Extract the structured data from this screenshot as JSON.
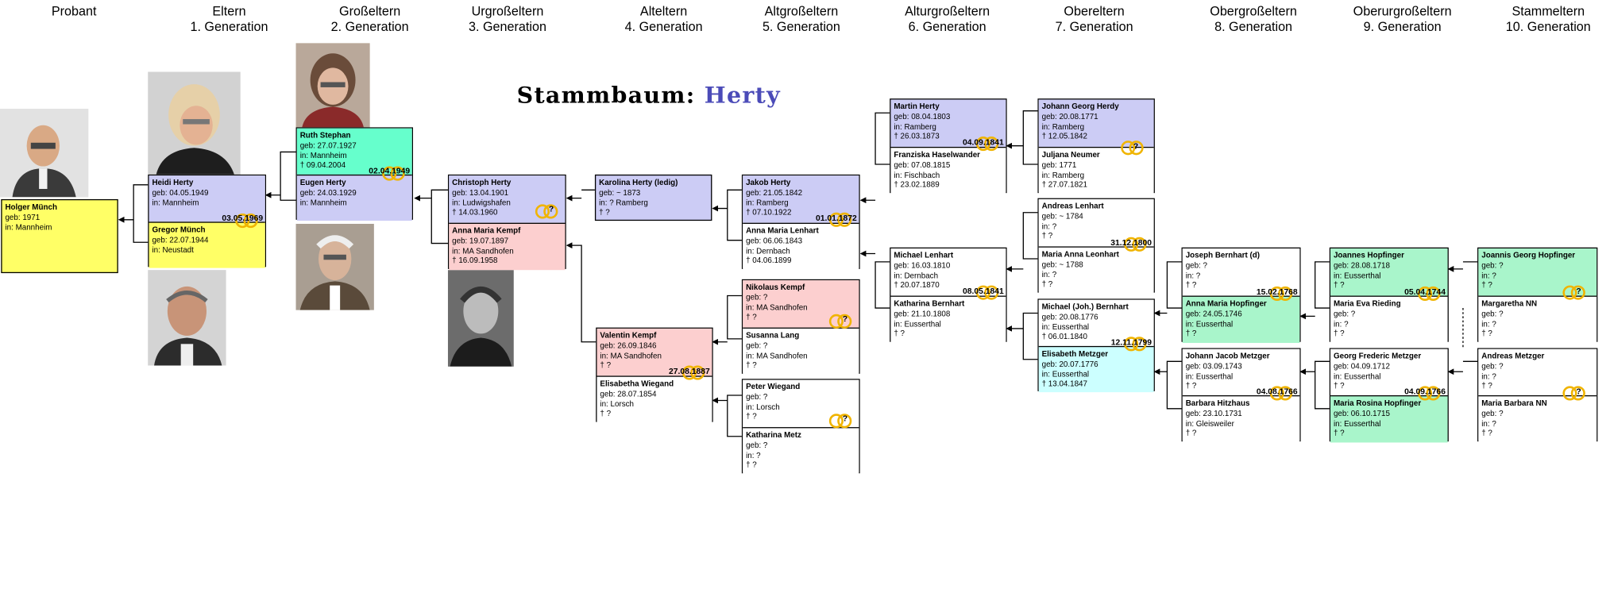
{
  "title": {
    "prefix": "Stammbaum:",
    "name": "Herty"
  },
  "headers": [
    {
      "l1": "Probant",
      "l2": ""
    },
    {
      "l1": "Eltern",
      "l2": "1. Generation"
    },
    {
      "l1": "Großeltern",
      "l2": "2. Generation"
    },
    {
      "l1": "Urgroßeltern",
      "l2": "3. Generation"
    },
    {
      "l1": "Alteltern",
      "l2": "4. Generation"
    },
    {
      "l1": "Altgroßeltern",
      "l2": "5. Generation"
    },
    {
      "l1": "Alturgroßeltern",
      "l2": "6. Generation"
    },
    {
      "l1": "Obereltern",
      "l2": "7. Generation"
    },
    {
      "l1": "Obergroßeltern",
      "l2": "8. Generation"
    },
    {
      "l1": "Oberurgroßeltern",
      "l2": "9. Generation"
    },
    {
      "l1": "Stammeltern",
      "l2": "10. Generation"
    }
  ],
  "people": {
    "p1": {
      "name": "Holger Münch",
      "l1": "geb: 1971",
      "l2": "in: Mannheim",
      "l3": ""
    },
    "p2": {
      "name": "Heidi Herty",
      "l1": "geb: 04.05.1949",
      "l2": "in: Mannheim",
      "l3": ""
    },
    "p3": {
      "name": "Gregor Münch",
      "l1": "geb: 22.07.1944",
      "l2": "in: Neustadt",
      "l3": ""
    },
    "p4": {
      "name": "Ruth Stephan",
      "l1": "geb: 27.07.1927",
      "l2": "in: Mannheim",
      "l3": "† 09.04.2004"
    },
    "p5": {
      "name": "Eugen Herty",
      "l1": "geb: 24.03.1929",
      "l2": "in: Mannheim",
      "l3": ""
    },
    "p6": {
      "name": "Christoph Herty",
      "l1": "geb: 13.04.1901",
      "l2": "in: Ludwigshafen",
      "l3": "† 14.03.1960"
    },
    "p7": {
      "name": "Anna Maria Kempf",
      "l1": "geb: 19.07.1897",
      "l2": "in: MA Sandhofen",
      "l3": "† 16.09.1958"
    },
    "p8": {
      "name": "Karolina Herty (ledig)",
      "l1": "geb: ~ 1873",
      "l2": "in: ? Ramberg",
      "l3": "† ?"
    },
    "p9": {
      "name": "Valentin Kempf",
      "l1": "geb: 26.09.1846",
      "l2": "in: MA Sandhofen",
      "l3": "† ?"
    },
    "p10": {
      "name": "Elisabetha Wiegand",
      "l1": "geb: 28.07.1854",
      "l2": "in: Lorsch",
      "l3": "† ?"
    },
    "p11": {
      "name": "Jakob Herty",
      "l1": "geb: 21.05.1842",
      "l2": "in: Ramberg",
      "l3": "† 07.10.1922"
    },
    "p12": {
      "name": "Anna Maria Lenhart",
      "l1": "geb: 06.06.1843",
      "l2": "in: Dernbach",
      "l3": "† 04.06.1899"
    },
    "p13": {
      "name": "Nikolaus Kempf",
      "l1": "geb: ?",
      "l2": "in: MA Sandhofen",
      "l3": "† ?"
    },
    "p14": {
      "name": "Susanna Lang",
      "l1": "geb: ?",
      "l2": "in: MA Sandhofen",
      "l3": "† ?"
    },
    "p15": {
      "name": "Peter Wiegand",
      "l1": "geb: ?",
      "l2": "in: Lorsch",
      "l3": "† ?"
    },
    "p16": {
      "name": "Katharina Metz",
      "l1": "geb: ?",
      "l2": "in: ?",
      "l3": "† ?"
    },
    "p17": {
      "name": "Martin Herty",
      "l1": "geb: 08.04.1803",
      "l2": "in: Ramberg",
      "l3": "† 26.03.1873"
    },
    "p18": {
      "name": "Franziska Haselwander",
      "l1": "geb: 07.08.1815",
      "l2": "in: Fischbach",
      "l3": "† 23.02.1889"
    },
    "p19": {
      "name": "Michael Lenhart",
      "l1": "geb: 16.03.1810",
      "l2": "in: Dernbach",
      "l3": "† 20.07.1870"
    },
    "p20": {
      "name": "Katharina Bernhart",
      "l1": "geb: 21.10.1808",
      "l2": "in: Eusserthal",
      "l3": "† ?"
    },
    "p21": {
      "name": "Johann Georg Herdy",
      "l1": "geb: 20.08.1771",
      "l2": "in: Ramberg",
      "l3": "† 12.05.1842"
    },
    "p22": {
      "name": "Juljana Neumer",
      "l1": "geb: 1771",
      "l2": "in: Ramberg",
      "l3": "† 27.07.1821"
    },
    "p23": {
      "name": "Andreas Lenhart",
      "l1": "geb: ~ 1784",
      "l2": "in: ?",
      "l3": "† ?"
    },
    "p24": {
      "name": "Maria Anna Leonhart",
      "l1": "geb: ~ 1788",
      "l2": "in: ?",
      "l3": "† ?"
    },
    "p25": {
      "name": "Michael (Joh.) Bernhart",
      "l1": "geb: 20.08.1776",
      "l2": "in: Eusserthal",
      "l3": "† 06.01.1840"
    },
    "p26": {
      "name": "Elisabeth Metzger",
      "l1": "geb: 20.07.1776",
      "l2": "in: Eusserthal",
      "l3": "† 13.04.1847"
    },
    "p27": {
      "name": "Joseph Bernhart (d)",
      "l1": "geb: ?",
      "l2": "in: ?",
      "l3": "† ?"
    },
    "p28": {
      "name": "Anna Maria Hopfinger",
      "l1": "geb: 24.05.1746",
      "l2": "in: Eusserthal",
      "l3": "† ?"
    },
    "p29": {
      "name": "Johann Jacob Metzger",
      "l1": "geb: 03.09.1743",
      "l2": "in: Eusserthal",
      "l3": "† ?"
    },
    "p30": {
      "name": "Barbara Hitzhaus",
      "l1": "geb: 23.10.1731",
      "l2": "in: Gleisweiler",
      "l3": "† ?"
    },
    "p31": {
      "name": "Joannes Hopfinger",
      "l1": "geb: 28.08.1718",
      "l2": "in: Eusserthal",
      "l3": "† ?"
    },
    "p32": {
      "name": "Maria Eva Rieding",
      "l1": "geb: ?",
      "l2": "in: ?",
      "l3": "† ?"
    },
    "p33": {
      "name": "Georg Frederic Metzger",
      "l1": "geb: 04.09.1712",
      "l2": "in: Eusserthal",
      "l3": "† ?"
    },
    "p34": {
      "name": "Maria Rosina Hopfinger",
      "l1": "geb: 06.10.1715",
      "l2": "in: Eusserthal",
      "l3": "† ?"
    },
    "p35": {
      "name": "Joannis Georg Hopfinger",
      "l1": "geb: ?",
      "l2": "in: ?",
      "l3": "† ?"
    },
    "p36": {
      "name": "Margaretha NN",
      "l1": "geb: ?",
      "l2": "in: ?",
      "l3": "† ?"
    },
    "p37": {
      "name": "Andreas Metzger",
      "l1": "geb: ?",
      "l2": "in: ?",
      "l3": "† ?"
    },
    "p38": {
      "name": "Maria Barbara NN",
      "l1": "geb: ?",
      "l2": "in: ?",
      "l3": "† ?"
    }
  },
  "marriages": {
    "m1": "03.05.1969",
    "m2": "02.04.1949",
    "m3": "?",
    "m4": "01.01.1872",
    "m5": "27.08.1887",
    "m6": "?",
    "m7": "?",
    "m8": "04.09.1841",
    "m9": "08.05.1841",
    "m10": "?",
    "m11": "31.12.1800",
    "m12": "12.11.1799",
    "m13": "15.02.1768",
    "m14": "04.08.1766",
    "m15": "05.04.1744",
    "m16": "04.09.1766",
    "m17": "?",
    "m18": "?"
  },
  "colors": {
    "blue": "#ccccf5",
    "pink": "#fccfcf",
    "yellow": "#ffff66",
    "green": "#66ffcc",
    "light_green": "#a9f5cb",
    "cyan": "#ccffff",
    "rings": "#f0b400",
    "title_name": "#4b4bb8"
  }
}
